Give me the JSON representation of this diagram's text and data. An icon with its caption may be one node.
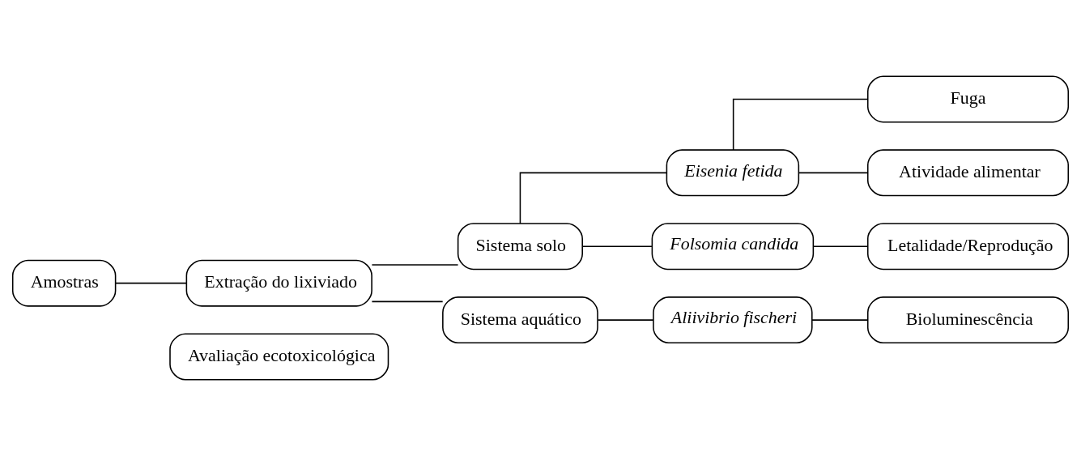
{
  "diagram": {
    "nodes": [
      {
        "text": [
          "Avaliação ecotoxicológica"
        ]
      },
      {
        "text": [
          "Amostras"
        ]
      },
      {
        "text": [
          "Extração do lixiviado"
        ]
      },
      {
        "text": [
          "Sistema solo"
        ]
      },
      {
        "text": [
          "Sistema aquático"
        ]
      },
      {
        "text": [
          "Eisenia fetida"
        ]
      },
      {
        "text": [
          "Folsomia candida"
        ]
      },
      {
        "text": [
          "Aliivibrio fischeri"
        ]
      },
      {
        "text": [
          "Fuga"
        ]
      },
      {
        "text": [
          "Atividade alimentar"
        ]
      },
      {
        "text": [
          "Letalidade/Reprodução"
        ]
      },
      {
        "text": [
          "Bioluminescência"
        ]
      }
    ],
    "edges": [
      {
        "from": 1,
        "to": 2,
        "arrow": "none"
      },
      {
        "from": 2,
        "to": 3,
        "arrow": "none"
      },
      {
        "from": 2,
        "to": 4,
        "arrow": "none"
      },
      {
        "from": 3,
        "to": 5,
        "arrow": "none"
      },
      {
        "from": 3,
        "to": 6,
        "arrow": "none"
      },
      {
        "from": 4,
        "to": 7,
        "arrow": "none"
      },
      {
        "from": 5,
        "to": 8,
        "arrow": "none"
      },
      {
        "from": 5,
        "to": 9,
        "arrow": "none"
      },
      {
        "from": 6,
        "to": 10,
        "arrow": "none"
      },
      {
        "from": 7,
        "to": 11,
        "arrow": "none"
      }
    ]
  }
}
